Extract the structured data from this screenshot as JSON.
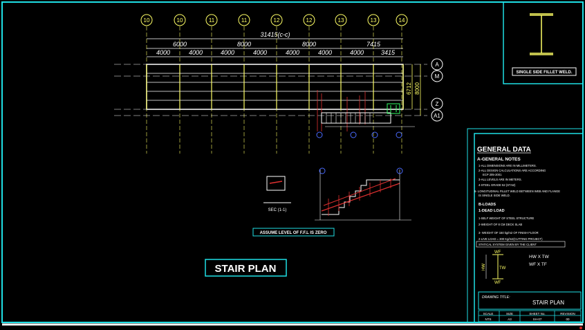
{
  "drawing": {
    "grid_labels": [
      "10",
      "10",
      "11",
      "11",
      "12",
      "12",
      "13",
      "13",
      "14"
    ],
    "row_labels": [
      "A",
      "M",
      "Z",
      "A1"
    ],
    "overall_dim": "31415(c-c)",
    "top_dims": [
      "6000",
      "8000",
      "8000",
      "7415"
    ],
    "sub_dims": [
      "4000",
      "4000",
      "4000",
      "4000",
      "4000",
      "4000",
      "4000",
      "3415"
    ],
    "side_dims": [
      "6712",
      "8000"
    ],
    "section_label": "SEC (1-1)",
    "assume_note": "ASSUME LEVEL OF F.F.L IS ZERO",
    "title": "STAIR PLAN"
  },
  "weld_detail": {
    "label": "SINGLE SIDE FILLET WELD."
  },
  "general_data": {
    "heading": "GENERAL DATA",
    "subheading": "A-GENERAL NOTES",
    "notes": [
      "1-ALL DIMENSIONS ARE IN MILLIMETERS.",
      "2-ALL DESIGN CALCULATIONS ARE ACCORDING",
      "ECP 205-2001",
      "3-ALL LEVELS ARE IN METERS.",
      "4-STEEL GRADE 52 (ST.52)",
      "5- LONGITUDINAL FILLET WELD BETWEEN WEB AND FLANGE",
      "IS SINGLE SIDE WELD."
    ],
    "loads_heading": "B-LOADS",
    "dead_load": "1-DEAD LOAD",
    "load_notes": [
      "1-SELF WEIGHT OF STEEL STRUCTURE",
      "2-WEIGHT OF 8 CM DECK SLAB",
      "3- WEIGHT OF 150 kg/m2 OF FINISH FLOOR",
      "2-LIVE LOAD = 300 Kg/m2(CUTTING PROJECT)",
      "STATICAL SYSTEM GIVEN BY THE CLIENT"
    ]
  },
  "section_legend": {
    "wf_top": "WF",
    "wf_bottom": "WF",
    "tw": "TW",
    "hw": "HW",
    "line1": "HW X TW",
    "line2": "WF X TF"
  },
  "title_block": {
    "drawing_title_label": "DRAWING TITLE:",
    "drawing_title": "STAIR PLAN",
    "headers": [
      "SCALE",
      "SIZE",
      "SHEET No.",
      "REVISION"
    ],
    "values": [
      "NTS",
      "A3",
      "SH-07",
      "00"
    ]
  }
}
